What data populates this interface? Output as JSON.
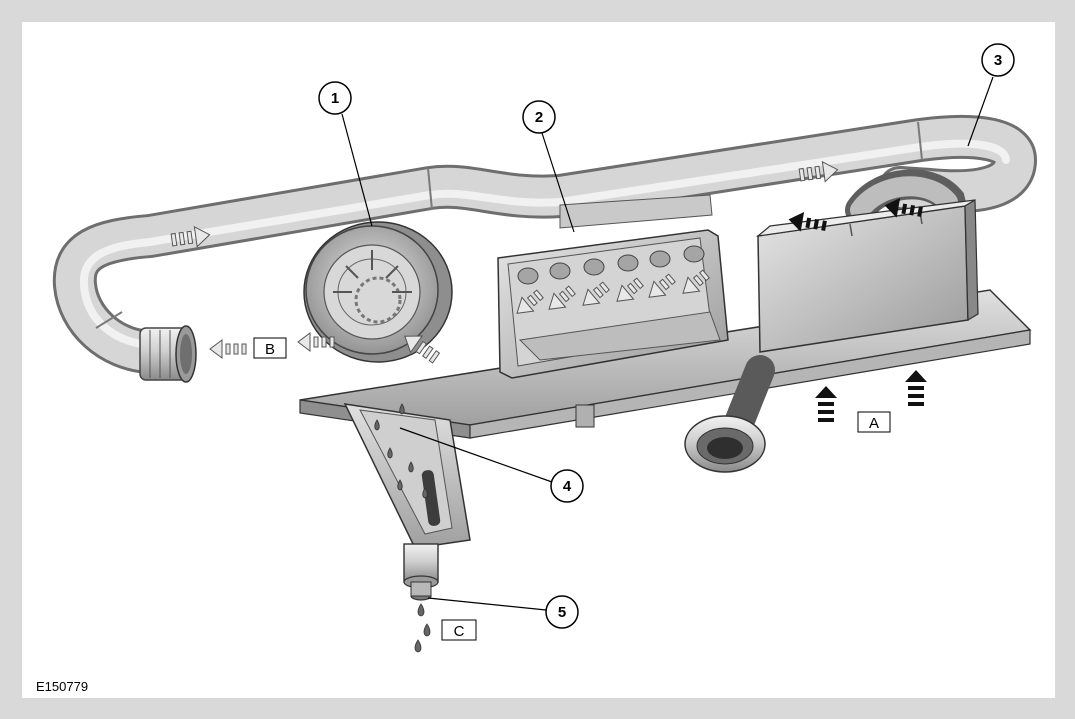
{
  "figure": {
    "id_label": "E150779",
    "callouts": [
      "1",
      "2",
      "3",
      "4",
      "5"
    ],
    "flow_labels": [
      "A",
      "B",
      "C"
    ]
  }
}
